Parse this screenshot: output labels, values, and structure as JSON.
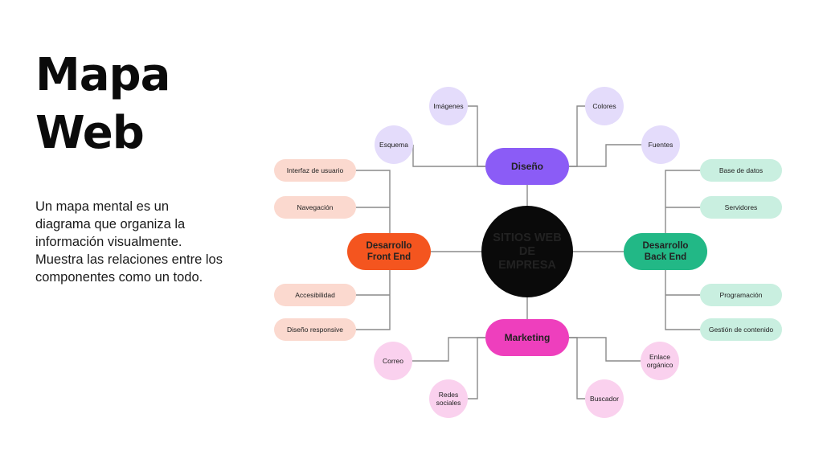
{
  "slide": {
    "title_line1": "Mapa",
    "title_line2": "Web",
    "description_lines": [
      "Un mapa mental es un",
      "diagrama que organiza la",
      "información visualmente.",
      "Muestra las relaciones entre los",
      "componentes como un todo."
    ]
  },
  "colors": {
    "center": "#0a0a0a",
    "diseno": "#8b5cf6",
    "diseno_light": "#e4dcfb",
    "frontend": "#f4551f",
    "frontend_light": "#fbd9cf",
    "backend": "#22b886",
    "backend_light": "#c9efe0",
    "marketing": "#ee3fbd",
    "marketing_light": "#fad1ee",
    "connector": "#8a8a8a"
  },
  "diagram": {
    "center": {
      "label_lines": [
        "SITIOS WEB",
        "DE",
        "EMPRESA"
      ]
    },
    "branches": {
      "diseno": {
        "label_lines": [
          "Diseño"
        ],
        "children": [
          {
            "id": "imagenes",
            "label_lines": [
              "Imágenes"
            ]
          },
          {
            "id": "esquema",
            "label_lines": [
              "Esquema"
            ]
          },
          {
            "id": "colores",
            "label_lines": [
              "Colores"
            ]
          },
          {
            "id": "fuentes",
            "label_lines": [
              "Fuentes"
            ]
          }
        ]
      },
      "frontend": {
        "label_lines": [
          "Desarrollo",
          "Front End"
        ],
        "children": [
          {
            "id": "interfaz",
            "label_lines": [
              "Interfaz de usuario"
            ]
          },
          {
            "id": "navegacion",
            "label_lines": [
              "Navegación"
            ]
          },
          {
            "id": "accesibilidad",
            "label_lines": [
              "Accesibilidad"
            ]
          },
          {
            "id": "responsive",
            "label_lines": [
              "Diseño responsive"
            ]
          }
        ]
      },
      "backend": {
        "label_lines": [
          "Desarrollo",
          "Back End"
        ],
        "children": [
          {
            "id": "basedatos",
            "label_lines": [
              "Base de datos"
            ]
          },
          {
            "id": "servidores",
            "label_lines": [
              "Servidores"
            ]
          },
          {
            "id": "programacion",
            "label_lines": [
              "Programación"
            ]
          },
          {
            "id": "gestion",
            "label_lines": [
              "Gestión de contenido"
            ]
          }
        ]
      },
      "marketing": {
        "label_lines": [
          "Marketing"
        ],
        "children": [
          {
            "id": "correo",
            "label_lines": [
              "Correo"
            ]
          },
          {
            "id": "redes",
            "label_lines": [
              "Redes",
              "sociales"
            ]
          },
          {
            "id": "enlace",
            "label_lines": [
              "Enlace",
              "orgánico"
            ]
          },
          {
            "id": "buscador",
            "label_lines": [
              "Buscador"
            ]
          }
        ]
      }
    }
  }
}
